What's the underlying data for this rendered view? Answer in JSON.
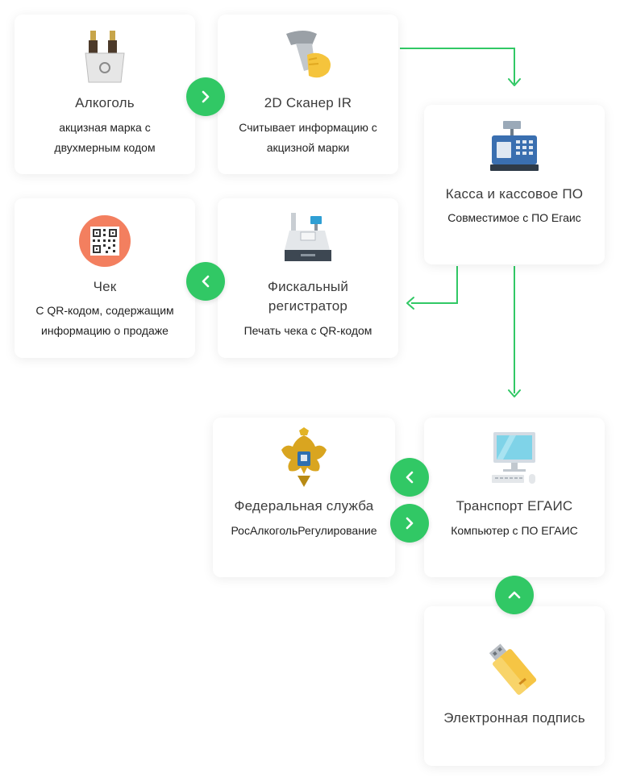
{
  "colors": {
    "accent": "#31c865",
    "card_bg": "#ffffff"
  },
  "cards": {
    "alcohol": {
      "title": "Алкоголь",
      "desc_1": "акцизная марка с",
      "desc_2": "двухмерным кодом",
      "icon": "wine-bucket-icon"
    },
    "scanner": {
      "title": "2D Сканер IR",
      "desc_1": "Считывает информацию с",
      "desc_2": "акцизной марки",
      "icon": "barcode-scanner-icon"
    },
    "register": {
      "title": "Касса и кассовое ПО",
      "desc_1": "Совместимое с ПО Егаис",
      "icon": "cash-register-icon"
    },
    "receipt": {
      "title": "Чек",
      "desc_1": "С QR-кодом, содержащим",
      "desc_2": "информацию о продаже",
      "icon": "qr-code-icon"
    },
    "fiscal": {
      "title_1": "Фискальный",
      "title_2": "регистратор",
      "desc_1": "Печать чека с QR-кодом",
      "icon": "fiscal-printer-icon"
    },
    "federal": {
      "title": "Федеральная служба",
      "desc_1": "РосАлкогольРегулирование",
      "icon": "coat-of-arms-icon"
    },
    "transport": {
      "title": "Транспорт ЕГАИС",
      "desc_1": "Компьютер с ПО ЕГАИС",
      "icon": "computer-icon"
    },
    "signature": {
      "title": "Электронная подпись",
      "icon": "usb-token-icon"
    }
  },
  "buttons": [
    "chevron-right-icon",
    "chevron-left-icon",
    "chevron-left-icon",
    "chevron-right-icon",
    "chevron-up-icon"
  ]
}
